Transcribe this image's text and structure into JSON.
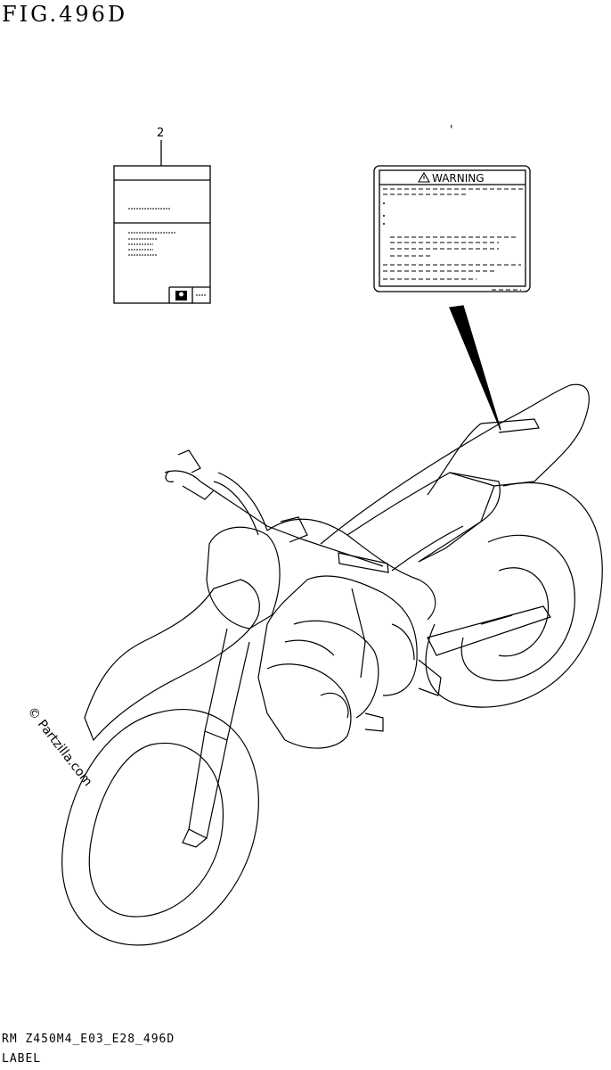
{
  "figure": {
    "title": "FIG.496D",
    "footer_code": "RM Z450M4_E03_E28_496D",
    "footer_name": "LABEL"
  },
  "callouts": [
    {
      "id": "2",
      "label": "2"
    },
    {
      "id": "1",
      "label": "'"
    }
  ],
  "warning_label": {
    "heading": "WARNING",
    "icon": "warning-triangle-icon"
  },
  "info_label": {
    "icon": "brand-logo-icon"
  },
  "watermark": "© Partzilla.com"
}
